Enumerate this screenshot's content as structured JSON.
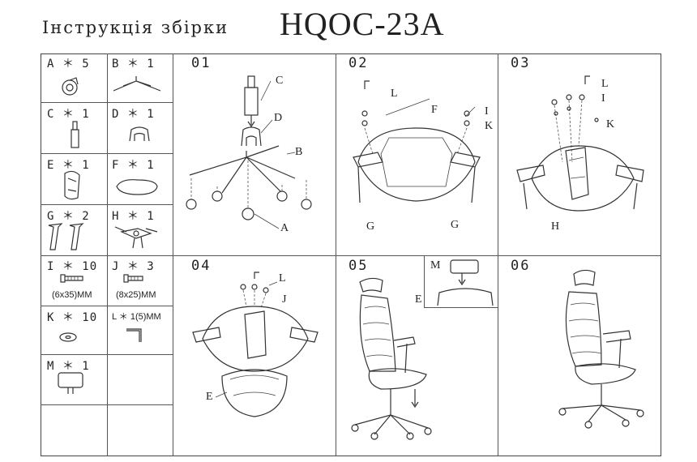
{
  "header": {
    "subtitle": "Інструкція збірки",
    "model": "HQOC-23A"
  },
  "parts": [
    {
      "label": "A ＊ 5"
    },
    {
      "label": "B ＊ 1"
    },
    {
      "label": "C ＊ 1"
    },
    {
      "label": "D ＊ 1"
    },
    {
      "label": "E ＊ 1"
    },
    {
      "label": "F ＊ 1"
    },
    {
      "label": "G ＊ 2"
    },
    {
      "label": "H ＊ 1"
    },
    {
      "label": "I ＊ 10",
      "size": "(6x35)MM"
    },
    {
      "label": "J ＊ 3",
      "size": "(8x25)MM"
    },
    {
      "label": "K ＊ 10"
    },
    {
      "label": "L ＊ 1(5)MM"
    },
    {
      "label": "M ＊ 1"
    }
  ],
  "steps": [
    "01",
    "02",
    "03",
    "04",
    "05",
    "06"
  ],
  "callouts": {
    "s1": [
      "C",
      "D",
      "B",
      "A"
    ],
    "s2": [
      "L",
      "F",
      "I",
      "K",
      "G",
      "G"
    ],
    "s3": [
      "L",
      "I",
      "K",
      "H"
    ],
    "s4": [
      "L",
      "J",
      "E"
    ],
    "s5": [
      "M",
      "E"
    ]
  },
  "icons": [
    "caster-icon",
    "star-base-icon",
    "gas-lift-icon",
    "cover-icon",
    "backrest-frame-icon",
    "seat-cushion-icon",
    "armrest-icon",
    "mechanism-icon",
    "bolt-icon",
    "washer-icon",
    "allen-key-icon",
    "headrest-icon",
    "chair-icon"
  ]
}
